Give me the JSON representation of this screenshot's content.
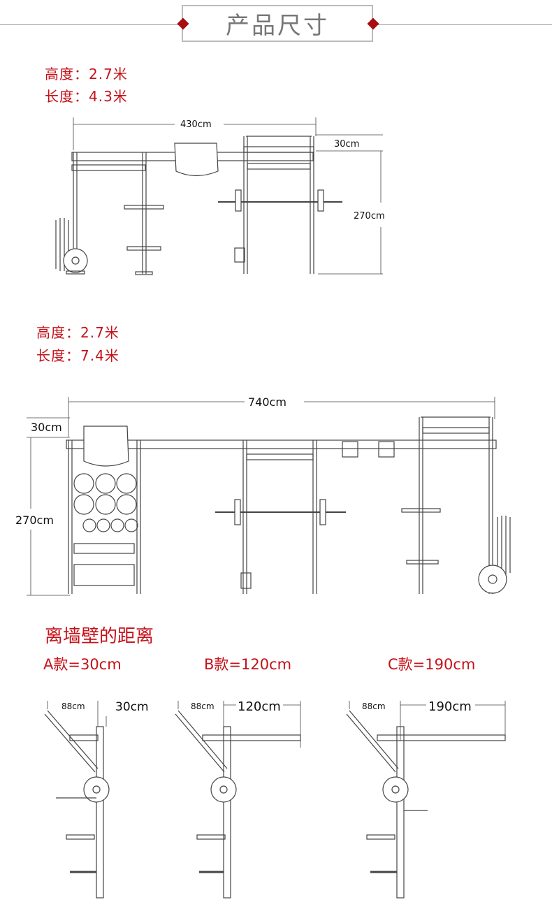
{
  "header": {
    "title": "产品尺寸"
  },
  "spec_a": {
    "height": "高度：2.7米",
    "length": "长度：4.3米"
  },
  "diagram_a": {
    "width_label": "430cm",
    "top_label": "30cm",
    "height_label": "270cm"
  },
  "spec_b": {
    "height": "高度：2.7米",
    "length": "长度：7.4米"
  },
  "diagram_b": {
    "width_label": "740cm",
    "top_label": "30cm",
    "height_label": "270cm"
  },
  "wall_section": {
    "title": "离墙壁的距离",
    "variants": [
      {
        "label": "A款=30cm",
        "depth": "88cm",
        "distance": "30cm"
      },
      {
        "label": "B款=120cm",
        "depth": "88cm",
        "distance": "120cm"
      },
      {
        "label": "C款=190cm",
        "depth": "88cm",
        "distance": "190cm"
      }
    ]
  },
  "colors": {
    "accent": "#c4121a",
    "diamond": "#a80d10",
    "line": "#555555"
  }
}
